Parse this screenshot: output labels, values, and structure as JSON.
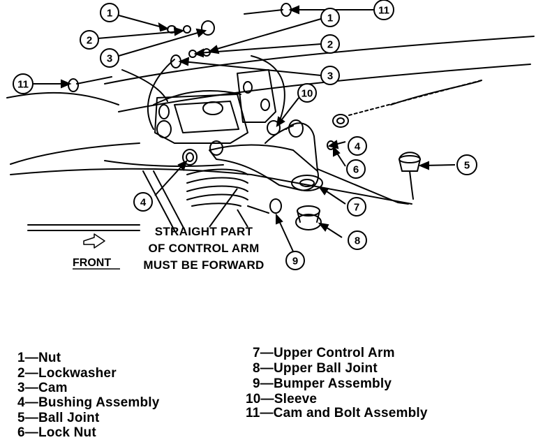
{
  "note": {
    "line1": "STRAIGHT PART",
    "line2": "OF CONTROL ARM",
    "line3": "MUST BE FORWARD"
  },
  "front_label": "FRONT",
  "callouts": [
    "1",
    "2",
    "3",
    "1",
    "2",
    "3",
    "11",
    "11",
    "10",
    "4",
    "6",
    "5",
    "4",
    "7",
    "8",
    "9"
  ],
  "legend": [
    "1—Nut",
    "2—Lockwasher",
    "3—Cam",
    "4—Bushing Assembly",
    "5—Ball Joint",
    "6—Lock Nut",
    "7—Upper Control Arm",
    "8—Upper Ball Joint",
    "9—Bumper Assembly",
    "10—Sleeve",
    "11—Cam and Bolt Assembly"
  ]
}
